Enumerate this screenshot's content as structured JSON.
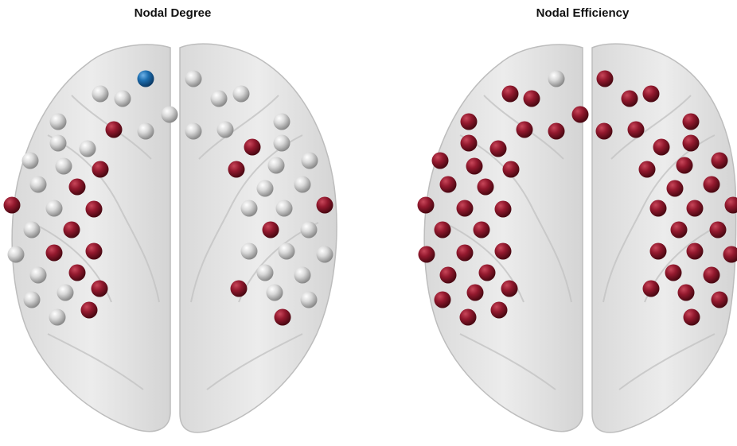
{
  "panels": [
    {
      "title": "Nodal Degree",
      "node_colors": {
        "gray": "#d2d2d2",
        "red": "#8e1a2c",
        "blue": "#1e6fb0"
      },
      "nodes": [
        [
          "blue"
        ],
        [
          "gray"
        ],
        [
          "gray"
        ],
        [
          "gray"
        ],
        [
          "gray"
        ],
        [
          "gray"
        ],
        [
          "gray"
        ],
        [
          "gray"
        ],
        [
          "gray"
        ],
        [
          "red"
        ],
        [
          "gray"
        ],
        [
          "gray"
        ],
        [
          "gray"
        ],
        [
          "gray"
        ],
        [
          "gray"
        ],
        [
          "red"
        ],
        [
          "gray"
        ],
        [
          "gray"
        ],
        [
          "red"
        ],
        [
          "red"
        ],
        [
          "gray"
        ],
        [
          "gray"
        ],
        [
          "gray"
        ],
        [
          "gray"
        ],
        [
          "red"
        ],
        [
          "gray"
        ],
        [
          "gray"
        ],
        [
          "red"
        ],
        [
          "gray"
        ],
        [
          "red"
        ],
        [
          "gray"
        ],
        [
          "gray"
        ],
        [
          "red"
        ],
        [
          "gray"
        ],
        [
          "red"
        ],
        [
          "gray"
        ],
        [
          "red"
        ],
        [
          "gray"
        ],
        [
          "red"
        ],
        [
          "red"
        ],
        [
          "gray"
        ],
        [
          "gray"
        ],
        [
          "gray"
        ],
        [
          "gray"
        ],
        [
          "red"
        ],
        [
          "gray"
        ],
        [
          "gray"
        ],
        [
          "red"
        ],
        [
          "gray"
        ],
        [
          "red"
        ],
        [
          "gray"
        ],
        [
          "gray"
        ],
        [
          "red"
        ],
        [
          "gray"
        ],
        [
          "gray"
        ],
        [
          "red"
        ],
        [
          "gray"
        ],
        [
          "gray"
        ],
        [
          "gray"
        ],
        [
          "gray"
        ],
        [
          "gray"
        ],
        [
          "gray"
        ],
        [
          "gray"
        ],
        [
          "gray"
        ],
        [
          "gray"
        ],
        [
          "gray"
        ]
      ]
    },
    {
      "title": "Nodal Efficiency",
      "node_colors": {
        "gray": "#d2d2d2",
        "red": "#8e1a2c"
      },
      "nodes": [
        [
          "gray"
        ],
        [
          "red"
        ],
        [
          "red"
        ],
        [
          "red"
        ],
        [
          "red"
        ],
        [
          "red"
        ],
        [
          "red"
        ],
        [
          "red"
        ],
        [
          "red"
        ],
        [
          "red"
        ],
        [
          "red"
        ],
        [
          "red"
        ],
        [
          "red"
        ],
        [
          "red"
        ],
        [
          "red"
        ],
        [
          "red"
        ],
        [
          "red"
        ],
        [
          "red"
        ],
        [
          "red"
        ],
        [
          "red"
        ],
        [
          "red"
        ],
        [
          "red"
        ],
        [
          "red"
        ],
        [
          "red"
        ],
        [
          "red"
        ],
        [
          "red"
        ],
        [
          "red"
        ],
        [
          "red"
        ],
        [
          "red"
        ],
        [
          "red"
        ],
        [
          "red"
        ],
        [
          "red"
        ],
        [
          "red"
        ],
        [
          "red"
        ],
        [
          "red"
        ],
        [
          "red"
        ],
        [
          "red"
        ],
        [
          "red"
        ],
        [
          "red"
        ],
        [
          "red"
        ],
        [
          "red"
        ],
        [
          "red"
        ],
        [
          "red"
        ],
        [
          "red"
        ],
        [
          "red"
        ],
        [
          "red"
        ],
        [
          "red"
        ],
        [
          "red"
        ],
        [
          "red"
        ],
        [
          "red"
        ],
        [
          "red"
        ],
        [
          "red"
        ],
        [
          "red"
        ],
        [
          "red"
        ],
        [
          "red"
        ],
        [
          "red"
        ],
        [
          "red"
        ],
        [
          "red"
        ],
        [
          "red"
        ],
        [
          "red"
        ],
        [
          "gray"
        ],
        [
          "red"
        ],
        [
          "red"
        ],
        [
          "red"
        ],
        [
          "red"
        ],
        [
          "red"
        ]
      ]
    }
  ]
}
